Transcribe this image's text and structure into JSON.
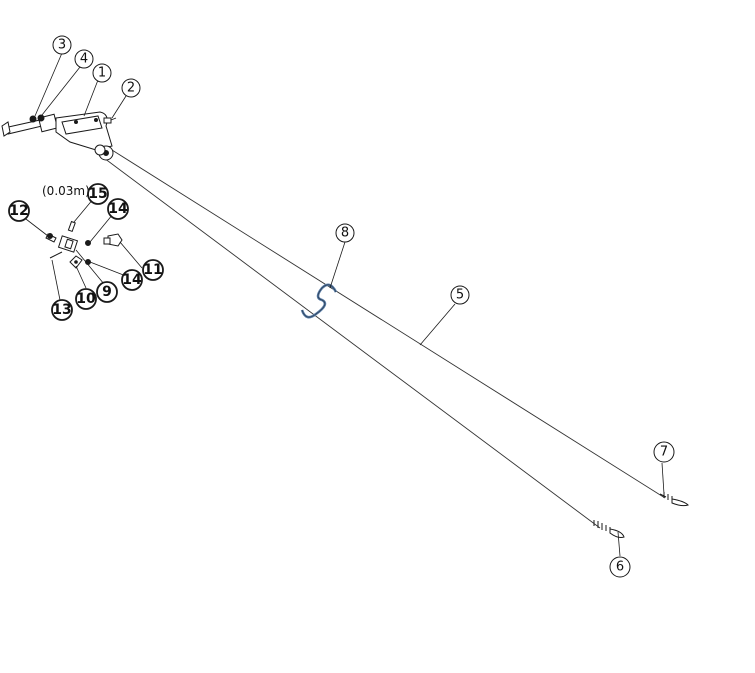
{
  "callouts": {
    "c1": "1",
    "c2": "2",
    "c3": "3",
    "c4": "4",
    "c5": "5",
    "c6": "6",
    "c7": "7",
    "c8": "8",
    "c9": "9",
    "c10": "10",
    "c11": "11",
    "c12": "12",
    "c13": "13",
    "c14a": "14",
    "c14b": "14",
    "c15": "15"
  },
  "annotations": {
    "length_note": "(0.03m)"
  },
  "colors": {
    "line": "#1a1a1a",
    "s_hook": "#5a7ea8"
  }
}
